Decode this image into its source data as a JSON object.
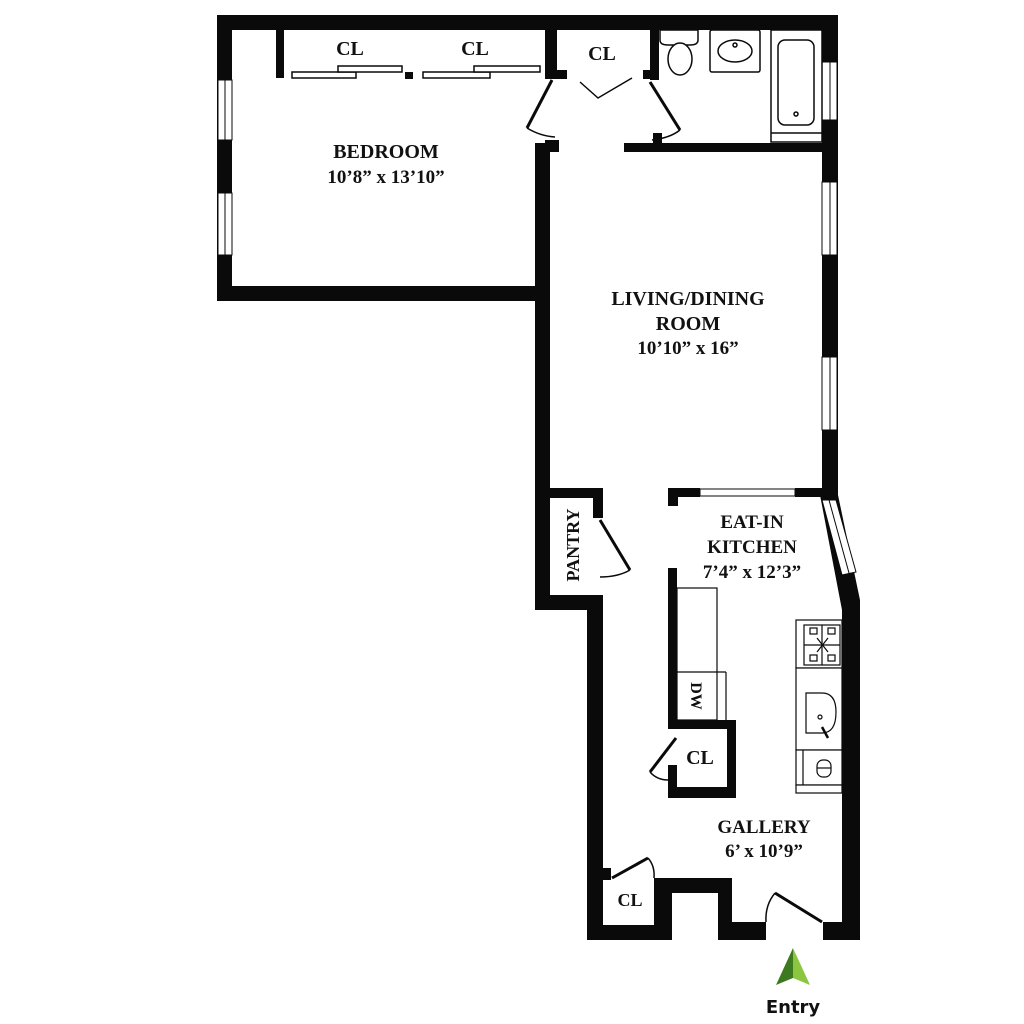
{
  "plan": {
    "colors": {
      "wall": "#0a0a0a",
      "background": "#ffffff",
      "arrow_light": "#8cc63f",
      "arrow_dark": "#3d7a1f"
    },
    "rooms": [
      {
        "id": "bedroom",
        "name": "BEDROOM",
        "dims": "10’8” x 13’10”"
      },
      {
        "id": "living",
        "name_line1": "LIVING/DINING",
        "name_line2": "ROOM",
        "dims": "10’10” x 16”"
      },
      {
        "id": "kitchen",
        "name_line1": "EAT-IN",
        "name_line2": "KITCHEN",
        "dims": "7’4” x 12’3”"
      },
      {
        "id": "gallery",
        "name": "GALLERY",
        "dims": "6’ x 10’9”"
      }
    ],
    "closets": [
      "CL",
      "CL",
      "CL",
      "CL",
      "CL"
    ],
    "pantry": "PANTRY",
    "dishwasher": "DW",
    "entry": {
      "label": "Entry",
      "icon": "entry-arrow-icon"
    }
  }
}
